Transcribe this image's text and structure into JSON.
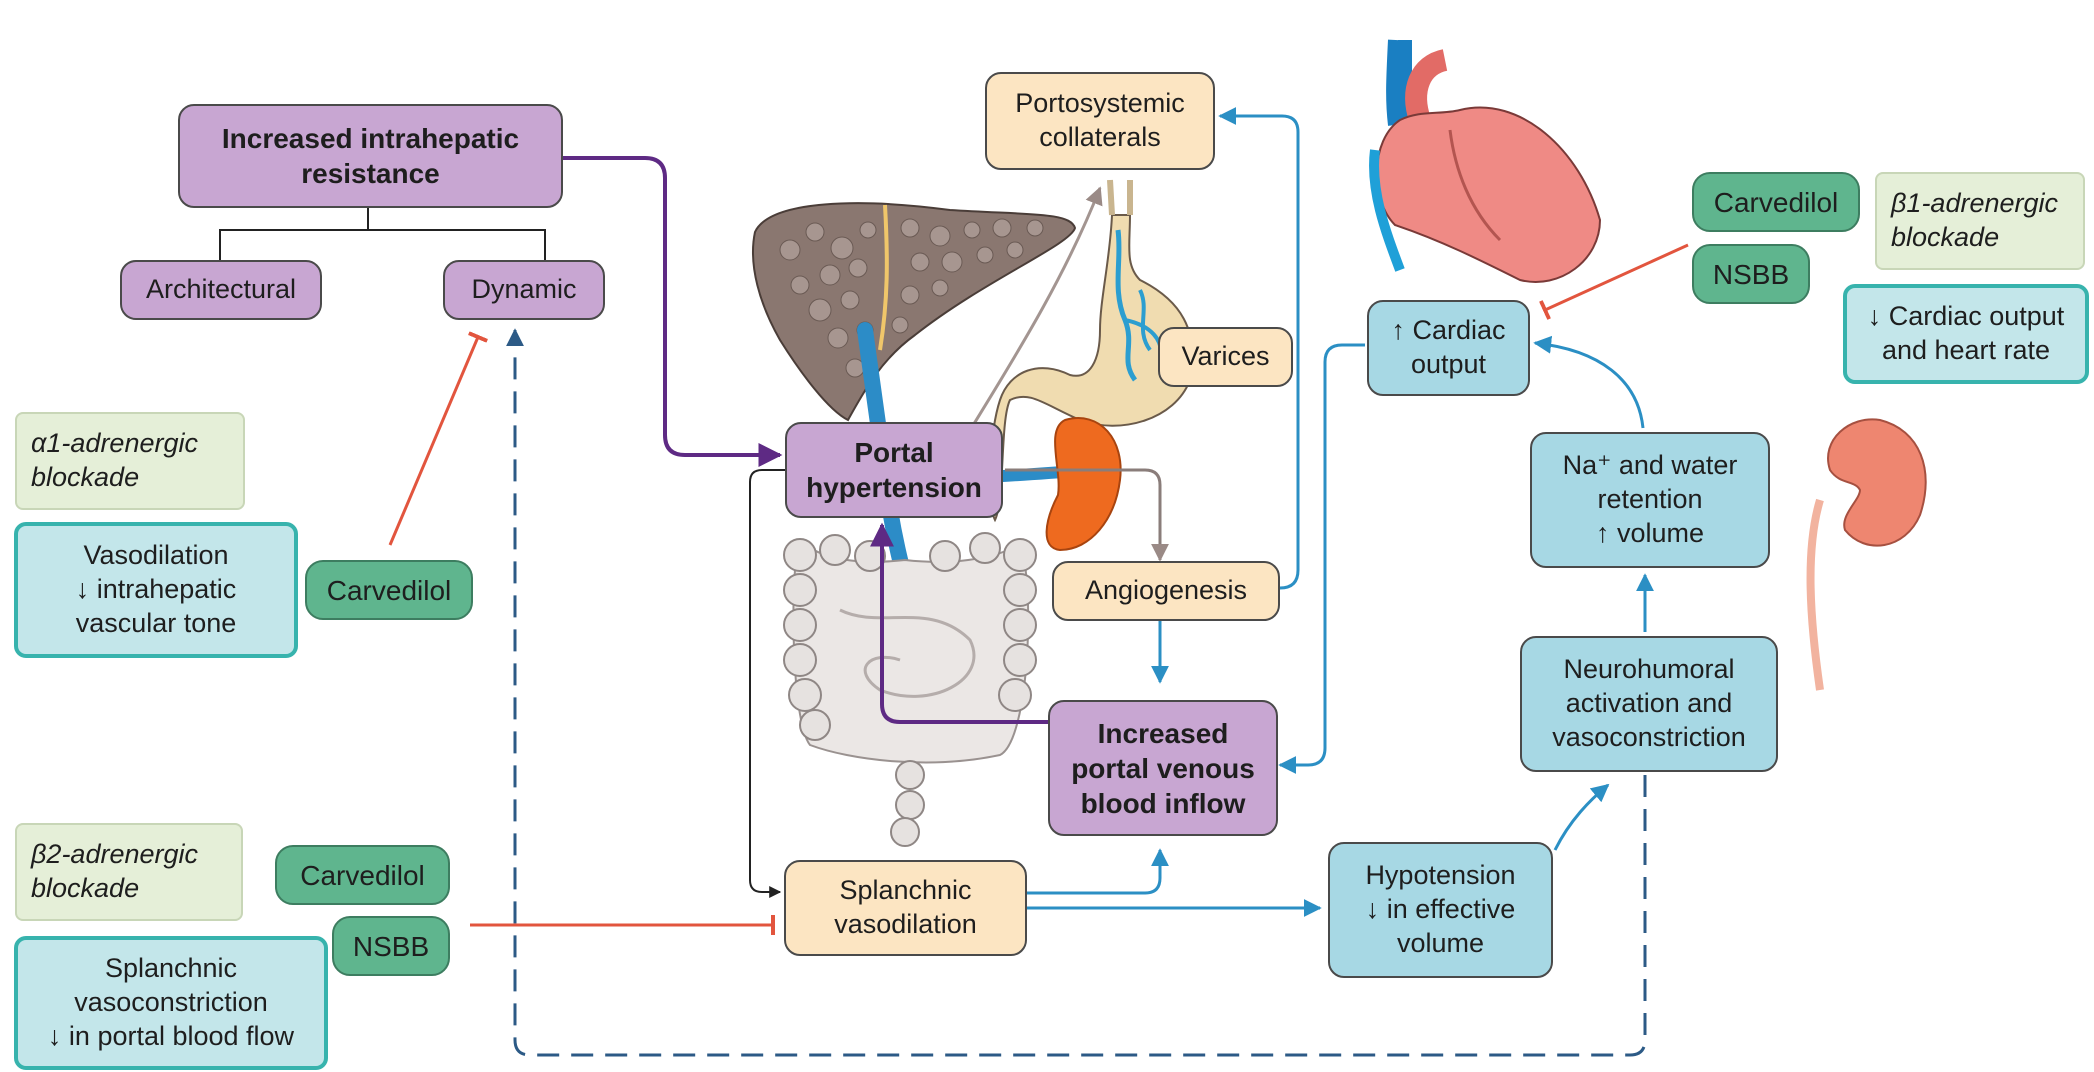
{
  "nodes": {
    "increased_resistance": [
      "Increased intrahepatic",
      "resistance"
    ],
    "architectural": [
      "Architectural"
    ],
    "dynamic": [
      "Dynamic"
    ],
    "portosystemic_collaterals": [
      "Portosystemic",
      "collaterals"
    ],
    "varices": [
      "Varices"
    ],
    "portal_hypertension": [
      "Portal",
      "hypertension"
    ],
    "angiogenesis": [
      "Angiogenesis"
    ],
    "increased_inflow": [
      "Increased",
      "portal venous",
      "blood inflow"
    ],
    "splanchnic_vasodilation": [
      "Splanchnic",
      "vasodilation"
    ],
    "hypotension": [
      "Hypotension",
      "↓ in effective",
      "volume"
    ],
    "neurohumoral": [
      "Neurohumoral",
      "activation and",
      "vasoconstriction"
    ],
    "na_retention": [
      "Na⁺ and water",
      "retention",
      "↑ volume"
    ],
    "cardiac_output": [
      "↑ Cardiac",
      "output"
    ]
  },
  "drugs": {
    "carvedilol_alpha": "Carvedilol",
    "carvedilol_beta2": "Carvedilol",
    "nsbb_beta2": "NSBB",
    "carvedilol_beta1": "Carvedilol",
    "nsbb_beta1": "NSBB"
  },
  "mechanisms": {
    "alpha1": [
      "α1-adrenergic",
      "blockade"
    ],
    "beta2": [
      "β2-adrenergic",
      "blockade"
    ],
    "beta1": [
      "β1-adrenergic",
      "blockade"
    ]
  },
  "effects": {
    "alpha1": [
      "Vasodilation",
      "↓ intrahepatic",
      "vascular tone"
    ],
    "beta2": [
      "Splanchnic",
      "vasoconstriction",
      "↓ in portal blood flow"
    ],
    "beta1": [
      "↓ Cardiac output",
      "and heart rate"
    ]
  },
  "illustrations": [
    "liver",
    "heart",
    "stomach",
    "spleen",
    "intestines",
    "kidney"
  ],
  "colors": {
    "purple_node": "#c8a6d2",
    "peach_node": "#fce5c2",
    "blue_node": "#a7d8e4",
    "drug_pill": "#5fb58e",
    "effect_box": "#c3e6ea",
    "effect_border": "#37b3ad",
    "purple_arrow": "#5e2a84",
    "blue_arrow": "#2b8fc4",
    "inhibit_line": "#e2553e",
    "dashed_line": "#2c5a86"
  }
}
